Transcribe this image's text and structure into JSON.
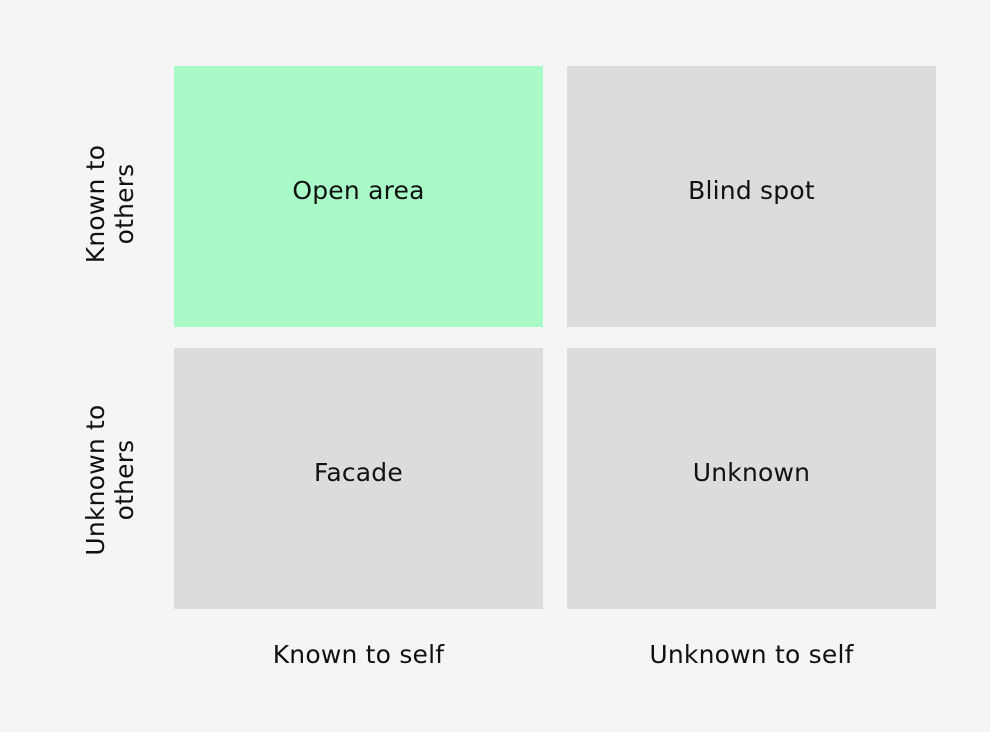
{
  "grid": {
    "cells": {
      "top_left": "Open area",
      "top_right": "Blind spot",
      "bottom_left": "Facade",
      "bottom_right": "Unknown"
    },
    "highlight_color": "#a8fbc6",
    "cell_color": "#dcdcdc"
  },
  "axes": {
    "columns": [
      "Known to self",
      "Unknown to self"
    ],
    "rows": [
      "Known to others",
      "Unknown to others"
    ]
  }
}
